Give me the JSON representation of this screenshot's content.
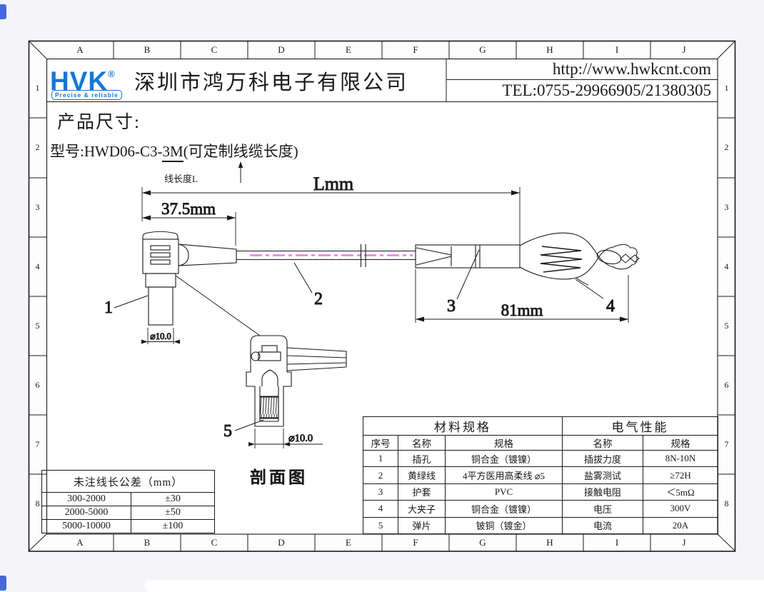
{
  "meta": {
    "accent_blue": "#1577d6",
    "cable_centerline_pink": "#ee7bee",
    "line_color": "#1a1a1a"
  },
  "border": {
    "cols": [
      "A",
      "B",
      "C",
      "D",
      "E",
      "F",
      "G",
      "H",
      "I",
      "J"
    ],
    "rows": [
      "1",
      "2",
      "3",
      "4",
      "5",
      "6",
      "7",
      "8"
    ]
  },
  "header": {
    "logo_text": "HVK",
    "logo_reg": "®",
    "logo_tagline": "Precise & reliable",
    "company": "深圳市鸿万科电子有限公司",
    "website": "http://www.hwkcnt.com",
    "tel": "TEL:0755-29966905/21380305"
  },
  "title": {
    "heading": "产品尺寸:",
    "model_prefix": "型号:HWD06-C3-",
    "model_length": "3M",
    "model_suffix": "(可定制线缆长度)",
    "length_note": "线长度L"
  },
  "drawing": {
    "dim_total": "Lmm",
    "dim_left": "37.5mm",
    "dim_right": "81mm",
    "dia_left": "⌀10.0",
    "dia_section": "⌀10.0",
    "section_label": "剖面图",
    "callouts": [
      "1",
      "2",
      "3",
      "4",
      "5"
    ]
  },
  "tolerance_table": {
    "title": "未注线长公差（mm）",
    "rows": [
      [
        "300-2000",
        "±30"
      ],
      [
        "2000-5000",
        "±50"
      ],
      [
        "5000-10000",
        "±100"
      ]
    ]
  },
  "spec_table": {
    "material_title": "材料规格",
    "electrical_title": "电气性能",
    "headers": [
      "序号",
      "名称",
      "规格",
      "名称",
      "规格"
    ],
    "rows": [
      [
        "1",
        "插孔",
        "铜合金（镀镍）",
        "插拔力度",
        "8N-10N"
      ],
      [
        "2",
        "黄绿线",
        "4平方医用高柔线 ⌀5",
        "盐雾测试",
        "≥72H"
      ],
      [
        "3",
        "护套",
        "PVC",
        "接触电阻",
        "＜5mΩ"
      ],
      [
        "4",
        "大夹子",
        "铜合金（镀镍）",
        "电压",
        "300V"
      ],
      [
        "5",
        "弹片",
        "铍铜（镀金）",
        "电流",
        "20A"
      ]
    ]
  }
}
